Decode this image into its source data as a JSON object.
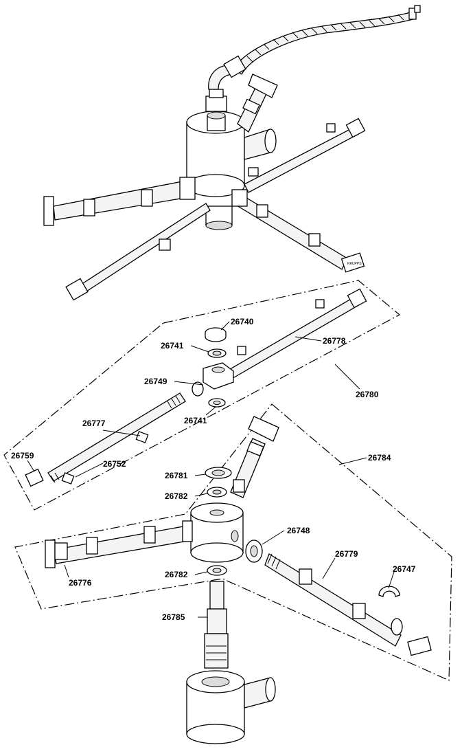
{
  "part_labels": {
    "p26740": "26740",
    "p26741a": "26741",
    "p26778": "26778",
    "p26749": "26749",
    "p26741b": "26741",
    "p26780": "26780",
    "p26777": "26777",
    "p26759": "26759",
    "p26752": "26752",
    "p26781": "26781",
    "p26782a": "26782",
    "p26784": "26784",
    "p26748": "26748",
    "p26779": "26779",
    "p26747": "26747",
    "p26776": "26776",
    "p26782b": "26782",
    "p26785": "26785"
  },
  "brand_mark": "KRUPPS"
}
